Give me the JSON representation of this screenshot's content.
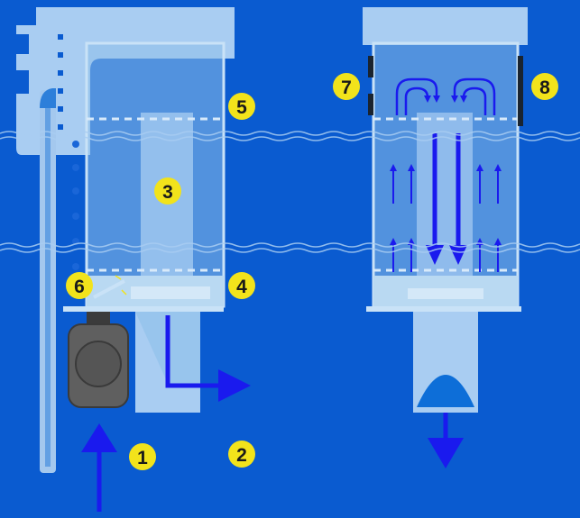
{
  "callouts": [
    "1",
    "2",
    "3",
    "4",
    "5",
    "6",
    "7",
    "8"
  ],
  "colors": {
    "background": "#0a5bd0",
    "callout_fill": "#f2e31b",
    "flow_arrow": "#1a1aee",
    "panel_light": "#b9d9f2",
    "panel_mid": "#8ec0ea",
    "pump_body": "#5f5f5f",
    "waterline": "#a9cdf2"
  },
  "icons": [
    "flow-arrow-icon",
    "pump-icon",
    "water-surface-icon",
    "bubble-icon"
  ]
}
